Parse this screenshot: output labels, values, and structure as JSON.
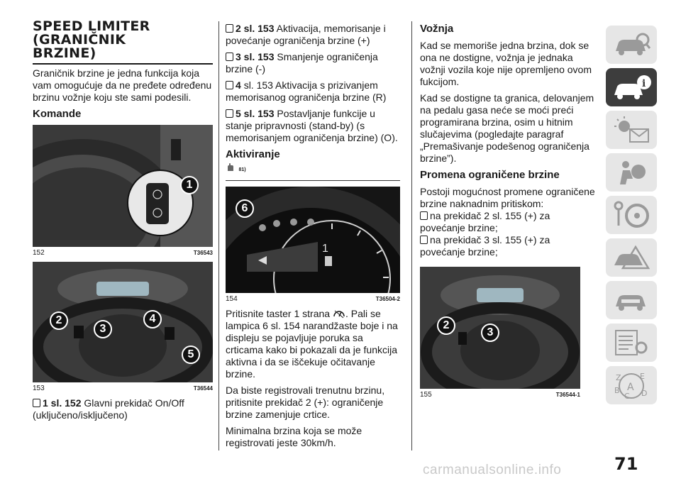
{
  "col1": {
    "title_line1": "SPEED LIMITER",
    "title_line2": "(GRANIČNIK",
    "title_line3": "BRZINE)",
    "intro": "Graničnik brzine je jedna funkcija koja vam omogućuje da ne pređete određenu brzinu vožnje koju ste sami podesili.",
    "komande_heading": "Komande",
    "fig152": {
      "num": "152",
      "code": "T36543",
      "callout": "1"
    },
    "fig153": {
      "num": "153",
      "code": "T36544",
      "callouts": [
        "2",
        "3",
        "4",
        "5"
      ]
    },
    "item1_bold": "1 sl. 152",
    "item1_text": "Glavni prekidač On/Off (uključeno/isključeno)"
  },
  "col2": {
    "item2_bold": "2 sl. 153",
    "item2_text": "Aktivacija, memorisanje i povećanje ograničenja brzine (+)",
    "item3_bold": "3 sl. 153",
    "item3_text": "Smanjenje ograničenja brzine (-)",
    "item4_bold": "4",
    "item4_text": "sl. 153 Aktivacija s prizivanjem memorisanog ograničenja brzine (R)",
    "item5_bold": "5 sl. 153",
    "item5_text": "Postavljanje funkcije u stanje pripravnosti (stand-by) (s memorisanjem ograničenja brzine) (O).",
    "aktiviranje_heading": "Aktiviranje",
    "warn_ref": "81)",
    "fig154": {
      "num": "154",
      "code": "T36504-2",
      "callout": "6",
      "gauge_digit": "1"
    },
    "p1_a": "Pritisnite taster 1 strana",
    "p1_b": ". Pali se lampica 6 sl. 154 narandžaste boje i na displeju se pojavljuje poruka sa crticama kako bi pokazali da je funkcija aktivna i da se iščekuje očitavanje brzine.",
    "p2": "Da biste registrovali trenutnu brzinu, pritisnite prekidač 2 (+): ograničenje brzine zamenjuje crtice.",
    "p3": "Minimalna brzina koja se može registrovati jeste 30km/h."
  },
  "col3": {
    "voznja_heading": "Vožnja",
    "p1": "Kad se memoriše jedna brzina, dok se ona ne dostigne, vožnja je jednaka vožnji vozila koje nije opremljeno ovom fukcijom.",
    "p2": "Kad se dostigne ta granica, delovanjem na pedalu gasa neće se moći preći programirana brzina, osim u hitnim slučajevima (pogledajte paragraf „Premašivanje podešenog ograničenja brzine”).",
    "promena_heading": "Promena ograničene brzine",
    "p3": "Postoji mogućnost promene ograničene brzine naknadnim pritiskom:",
    "li1": "na prekidač 2 sl. 155 (+) za povećanje brzine;",
    "li2": "na prekidač 3 sl. 155 (+) za povećanje brzine;",
    "fig155": {
      "num": "155",
      "code": "T36544-1",
      "callouts": [
        "2",
        "3"
      ]
    }
  },
  "tabs": [
    "car-search-icon",
    "car-info-icon",
    "warning-lights-icon",
    "airbag-icon",
    "steering-key-icon",
    "car-crash-icon",
    "car-service-icon",
    "technical-data-icon",
    "index-icon"
  ],
  "page_number": "71",
  "watermark": "carmanualsonline.info",
  "colors": {
    "active_tab": "#3d3d3d",
    "inactive_tab": "#e6e6e6",
    "figure_bg": "#2b2b2b"
  }
}
